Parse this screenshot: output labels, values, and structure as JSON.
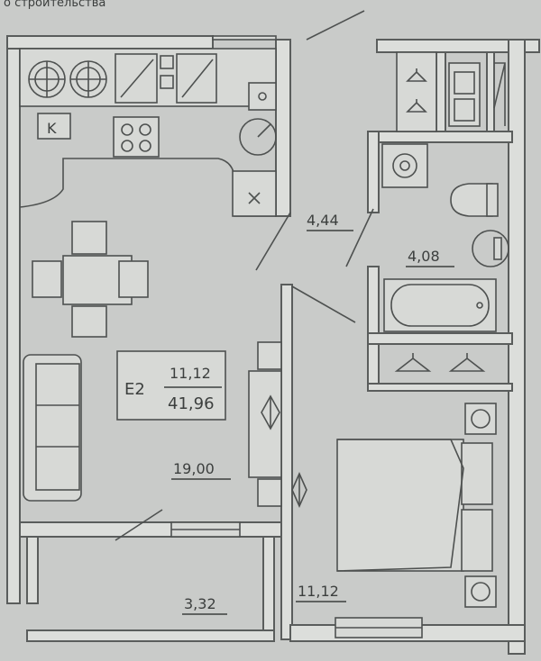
{
  "header_fragment": "о строительства",
  "apartment": {
    "code": "E2",
    "living_area": "11,12",
    "total_area": "41,96"
  },
  "rooms": {
    "living_kitchen": "19,00",
    "hallway": "4,44",
    "bathroom": "4,08",
    "bedroom": "11,12",
    "balcony": "3,32"
  },
  "symbols": {
    "kitchen_mark": "K"
  },
  "colors": {
    "paper": "#c9cbc9",
    "wall_fill": "#dcdedb",
    "line": "#4e5150"
  }
}
